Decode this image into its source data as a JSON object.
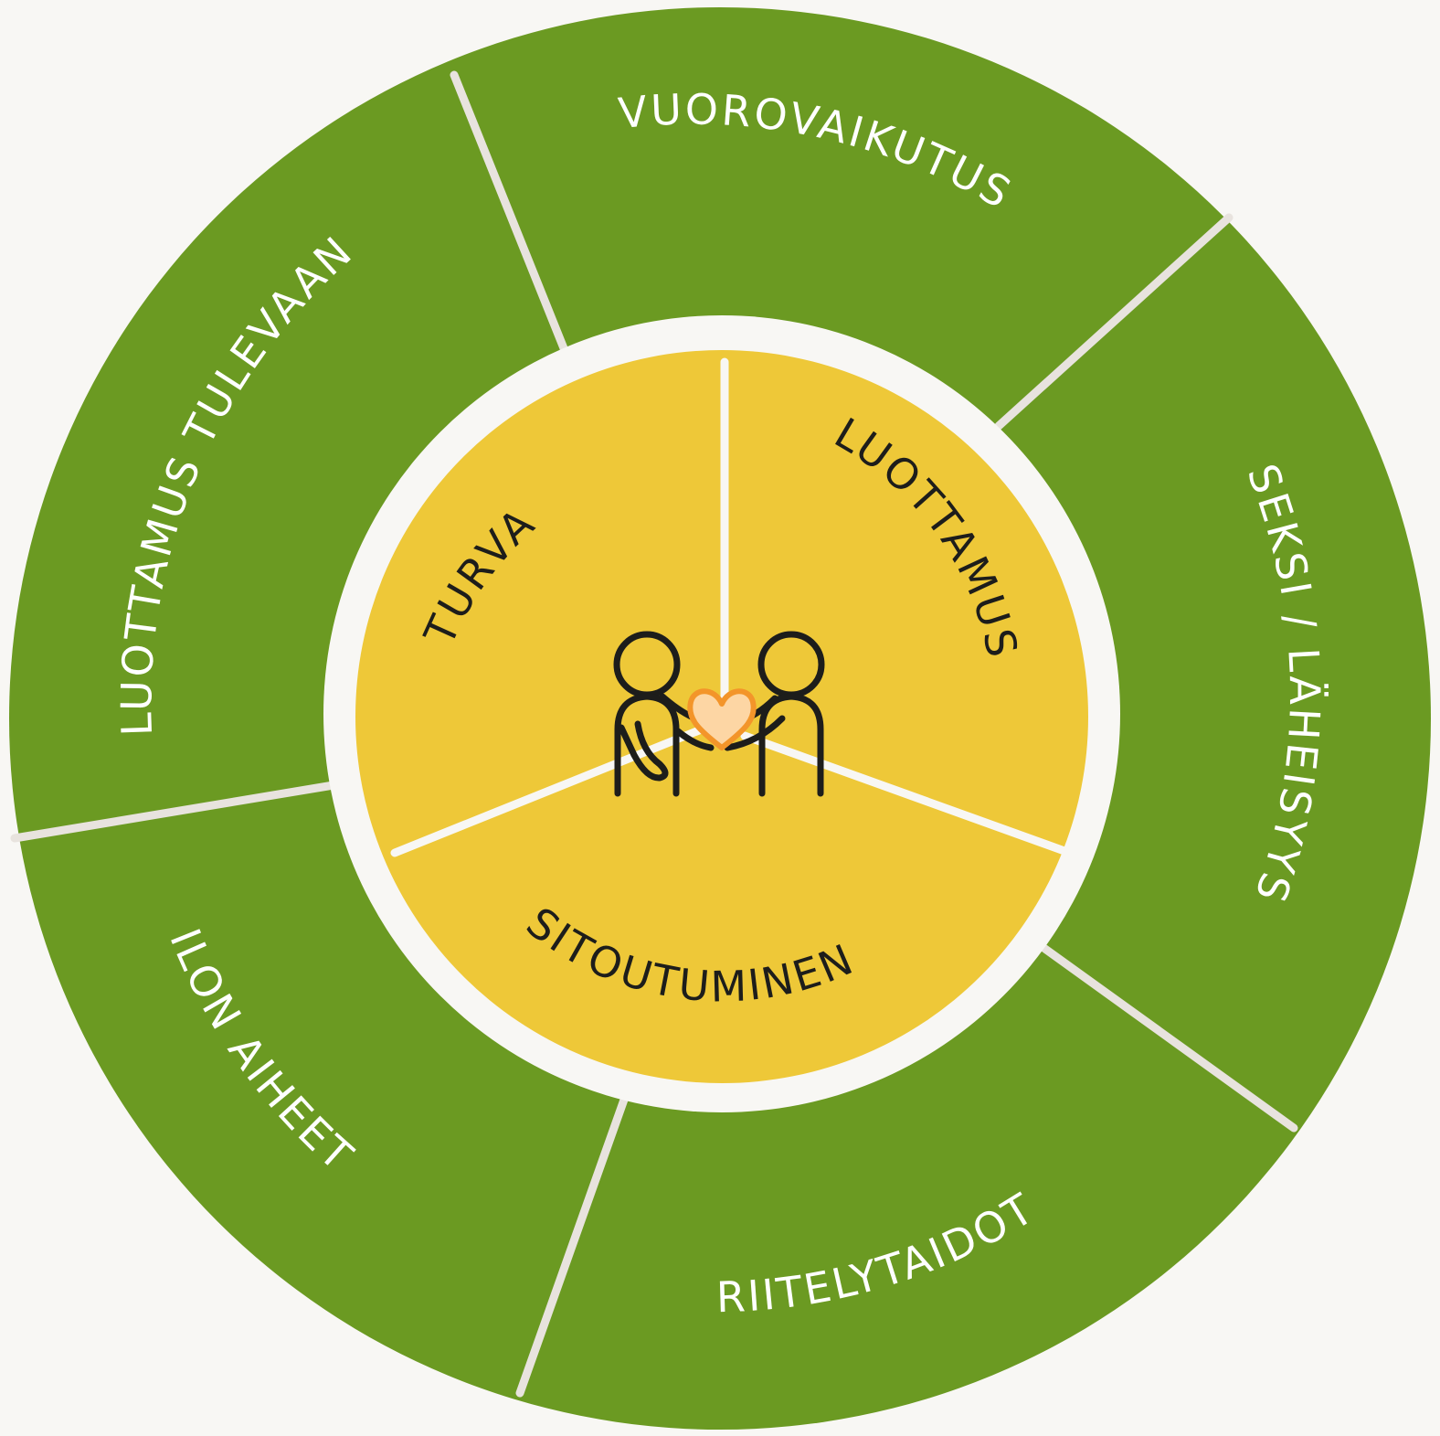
{
  "colors": {
    "background": "#f8f7f4",
    "outer_ring": "#6b9a22",
    "inner_circle": "#eec838",
    "separator_ring": "#f8f7f4",
    "divider_lines": "#e8e3de",
    "inner_text": "#1d1d1b",
    "outer_text": "#ffffff",
    "heart_fill": "#fdd6a4",
    "heart_stroke": "#f3952a"
  },
  "outer_ring": {
    "segments": [
      {
        "label": "VUOROVAIKUTUS"
      },
      {
        "label": "SEKSI / LÄHEISYYS"
      },
      {
        "label": "RIITELYTAIDOT"
      },
      {
        "label": "ILON AIHEET"
      },
      {
        "label": "LUOTTAMUS TULEVAAN"
      }
    ]
  },
  "inner_circle": {
    "segments": [
      {
        "label": "LUOTTAMUS"
      },
      {
        "label": "SITOUTUMINEN"
      },
      {
        "label": "TURVA"
      }
    ]
  },
  "center_icon": "couple-heart-icon"
}
